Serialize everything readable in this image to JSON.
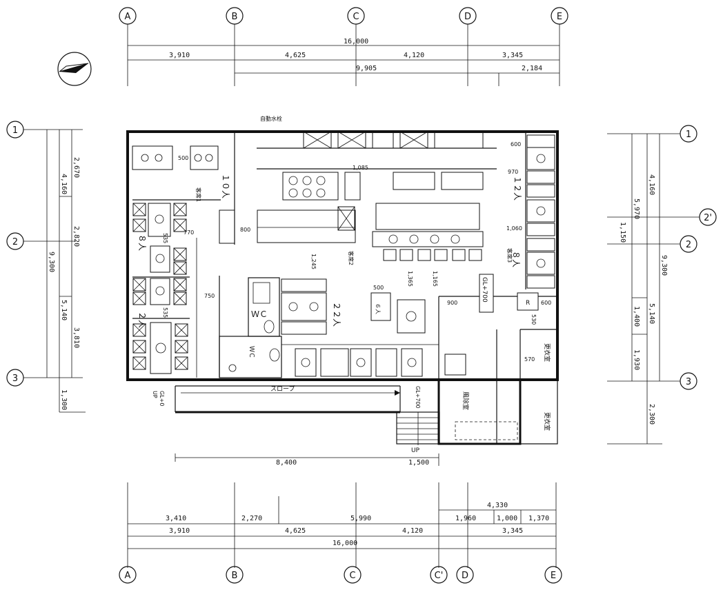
{
  "grid": {
    "cols_top": [
      "A",
      "B",
      "C",
      "D",
      "E"
    ],
    "cols_bottom": [
      "A",
      "B",
      "C",
      "C'",
      "D",
      "E"
    ],
    "rows_left": [
      "1",
      "2",
      "3"
    ],
    "rows_right": [
      "1",
      "2'",
      "2",
      "3"
    ]
  },
  "dims": {
    "top_total": "16,000",
    "top_spans": [
      "3,910",
      "4,625",
      "4,120",
      "3,345"
    ],
    "top_sub": [
      "9,905",
      "2,184"
    ],
    "bottom_total": "16,000",
    "bottom_spans": [
      "3,910",
      "4,625",
      "4,120",
      "3,345"
    ],
    "bottom_row1": [
      "3,410",
      "2,270",
      "5,990",
      "1,960",
      "1,000",
      "1,370"
    ],
    "bottom_extra": "4,330",
    "left_total": "9,300",
    "left_a": [
      "4,160",
      "5,140"
    ],
    "left_b": [
      "2,670",
      "2,820",
      "3,810"
    ],
    "left_extra": "1,300",
    "right_total": "9,300",
    "right_a": [
      "4,160",
      "5,140"
    ],
    "right_b": [
      "5,970",
      "1,150",
      "1,400",
      "1,930"
    ],
    "right_extra": "2,300",
    "slope_len": "8,400",
    "stair_w": "1,500"
  },
  "labels": {
    "seats_10": "１０人",
    "seats_12": "１２人",
    "seats_22": "２２人",
    "seats_8a": "８人",
    "seats_8b": "８人",
    "seats_2": "２人",
    "seats_6": "６人",
    "wc": "ＷＣ",
    "wc2": "ＷＣ",
    "slope": "スロープ",
    "up": "UP",
    "gl_700a": "GL+700",
    "gl_700b": "GL+700",
    "gl_0": "GL+0",
    "kazejo": "風除室",
    "kyuryu": "更衣室",
    "kyakuseki1": "客席1",
    "kyakuseki2": "客席2",
    "kyakuseki3": "客席3",
    "jido": "自動水栓",
    "dim_500": "500",
    "dim_600": "600",
    "dim_970": "970",
    "dim_1060": "1,060",
    "dim_770": "770",
    "dim_800": "800",
    "dim_750": "750",
    "dim_1245": "1,245",
    "dim_1365": "1,365",
    "dim_1165": "1,165",
    "dim_1085": "1,085",
    "dim_530": "530",
    "dim_570": "570",
    "dim_535a": "535",
    "dim_535b": "535",
    "dim_900": "900",
    "r_mark": "R"
  }
}
